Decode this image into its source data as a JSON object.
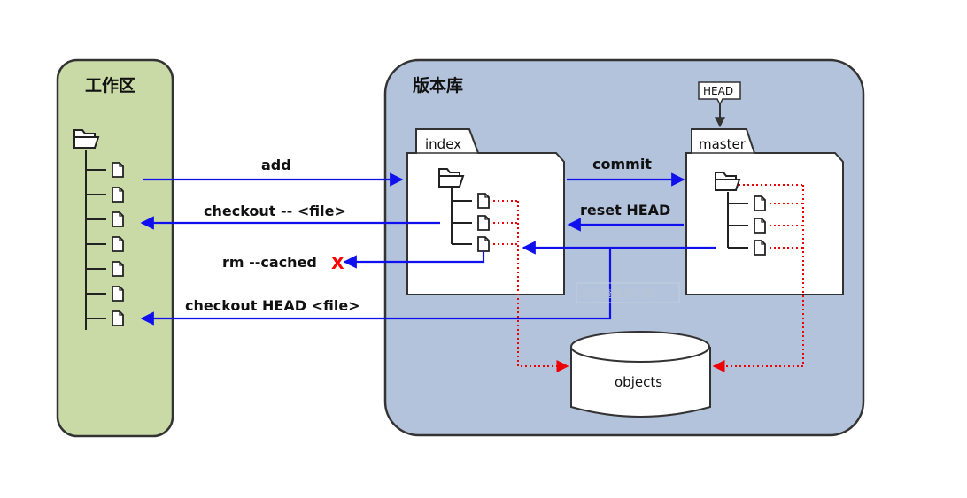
{
  "workspace": {
    "title": "工作区"
  },
  "repository": {
    "title": "版本库",
    "head_tag": "HEAD",
    "index_tab": "index",
    "master_tab": "master",
    "objects_label": "objects"
  },
  "commands": {
    "add": "add",
    "checkout_file": "checkout -- <file>",
    "rm_cached": "rm --cached",
    "rm_cached_mark": "X",
    "checkout_head_file": "checkout HEAD <file>",
    "commit": "commit",
    "reset_head": "reset HEAD"
  },
  "watermark": "点击查看原网页",
  "colors": {
    "workspace_fill": "#c9daa6",
    "repository_fill": "#b3c3db",
    "command_arrow": "#1010ee",
    "object_link": "#ee0000"
  }
}
